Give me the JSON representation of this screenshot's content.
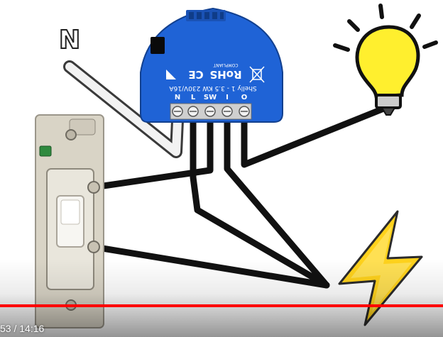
{
  "video": {
    "labels": {
      "neutral": "N"
    },
    "device": {
      "terminals": [
        "N",
        "L",
        "SW",
        "I",
        "O"
      ],
      "marking_model": "Shelly 1 - 3.5 KW 230V/16A",
      "marking_cert": "RoHS",
      "marking_ce": "CE",
      "marking_compliant": "COMPLIANT"
    },
    "icons": {
      "bulb": "light-bulb-icon",
      "bolt": "lightning-bolt-icon",
      "switch": "wall-switch-icon"
    },
    "colors": {
      "device_blue": "#1f63d6",
      "wire_black": "#111111",
      "wire_white": "#f2f2f2",
      "bulb_yellow": "#ffef2e",
      "bolt_yellow": "#ffd21c",
      "progress_red": "#ff0000"
    }
  },
  "player": {
    "progress": 1.0,
    "current_time": "53",
    "duration": "14:16",
    "separator": " / "
  }
}
